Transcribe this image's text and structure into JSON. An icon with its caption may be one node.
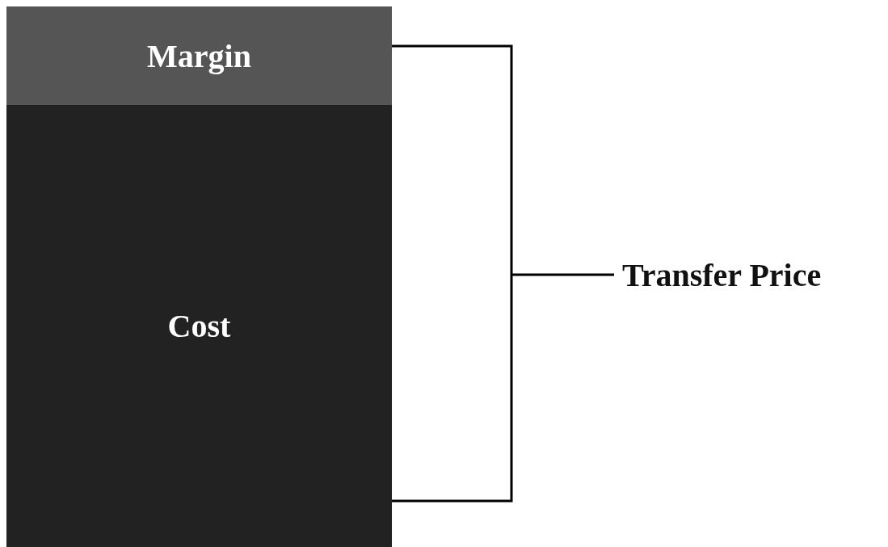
{
  "diagram": {
    "nodes": [
      {
        "text": [
          "Margin"
        ]
      },
      {
        "text": [
          "Cost"
        ]
      }
    ],
    "labels": [
      "Transfer Price"
    ]
  }
}
